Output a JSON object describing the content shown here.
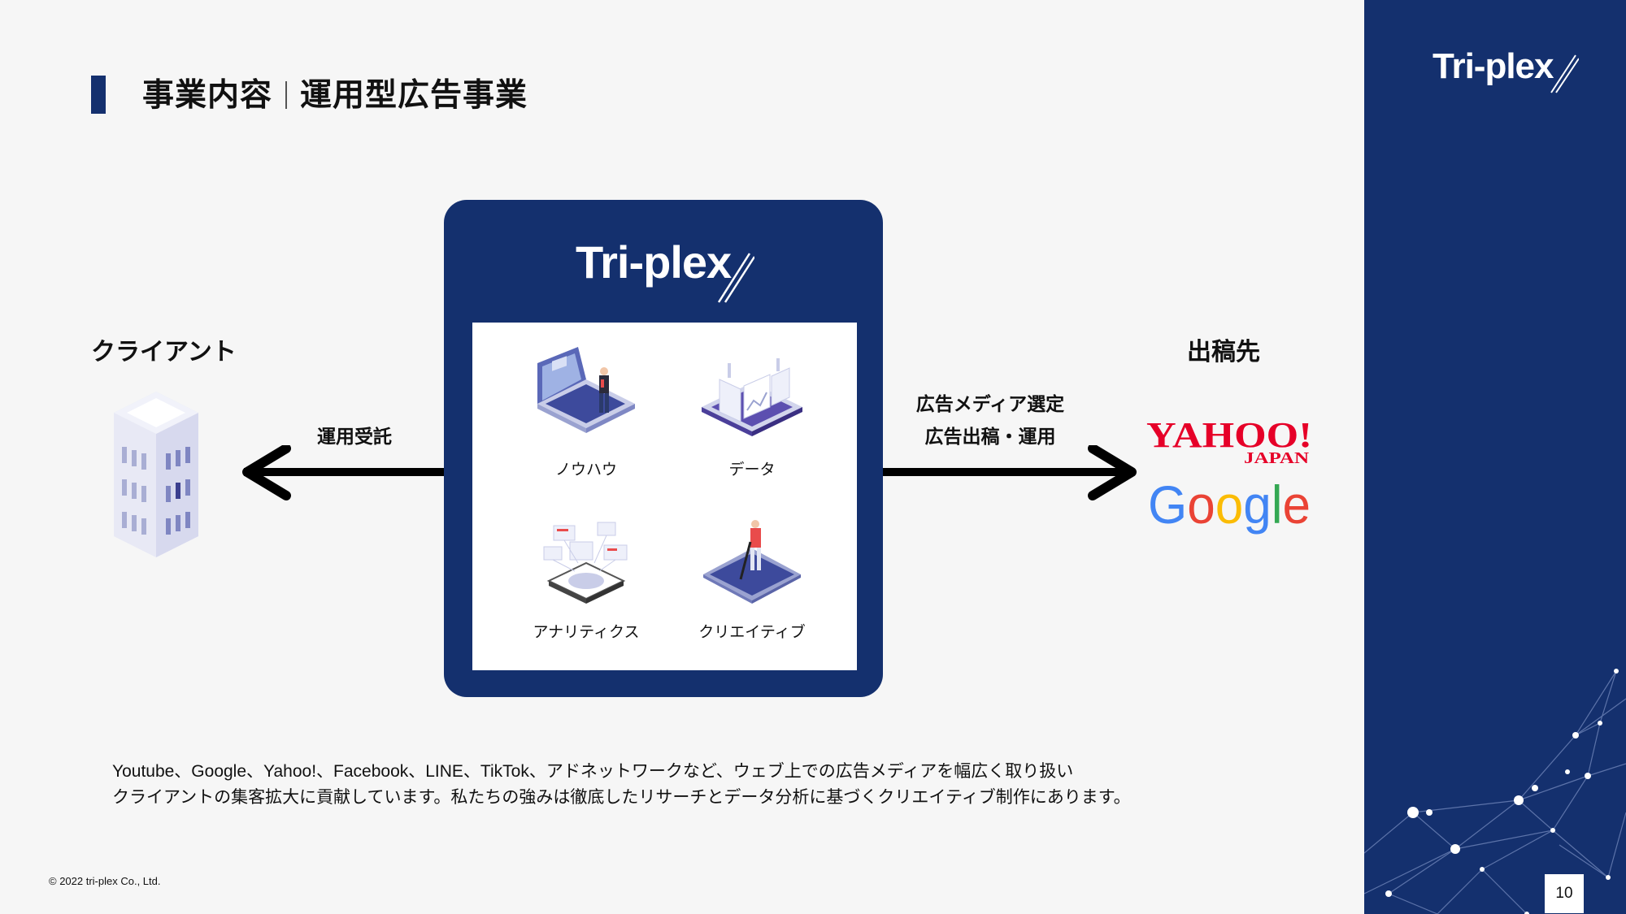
{
  "header": {
    "title_left": "事業内容",
    "title_right": "運用型広告事業"
  },
  "brand": {
    "logo_text": "Tri-plex",
    "color": "#14306e"
  },
  "client": {
    "label": "クライアント"
  },
  "destination": {
    "label": "出稿先",
    "yahoo_main": "YAHOO!",
    "yahoo_sub": "JAPAN",
    "google": "Google"
  },
  "arrows": {
    "left_label": "運用受託",
    "right_label_line1": "広告メディア選定",
    "right_label_line2": "広告出稿・運用"
  },
  "services": [
    {
      "label": "ノウハウ",
      "icon": "laptop-icon"
    },
    {
      "label": "データ",
      "icon": "dashboard-icon"
    },
    {
      "label": "アナリティクス",
      "icon": "analytics-icon"
    },
    {
      "label": "クリエイティブ",
      "icon": "tablet-icon"
    }
  ],
  "description": {
    "line1": "Youtube、Google、Yahoo!、Facebook、LINE、TikTok、アドネットワークなど、ウェブ上での広告メディアを幅広く取り扱い",
    "line2": "クライアントの集客拡大に貢献しています。私たちの強みは徹底したリサーチとデータ分析に基づくクリエイティブ制作にあります。"
  },
  "footer": {
    "copyright": "© 2022 tri-plex Co., Ltd.",
    "page_number": "10"
  }
}
